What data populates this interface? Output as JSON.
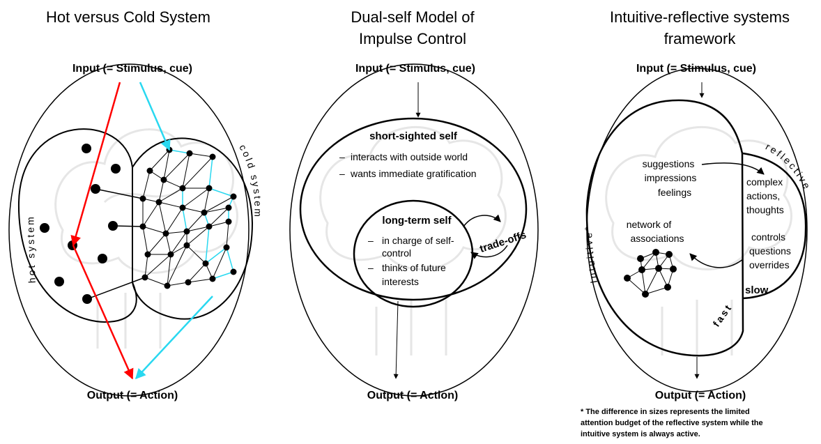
{
  "panel1": {
    "title": "Hot versus Cold System",
    "input": "Input (= Stimulus, cue)",
    "output": "Output (= Action)",
    "hot_label": "hot system",
    "cold_label": "cold system",
    "hot_arrow_color": "#ff0000",
    "cold_arrow_color": "#29d8f0"
  },
  "panel2": {
    "title_line1": "Dual-self Model of",
    "title_line2": "Impulse Control",
    "input": "Input (= Stimulus, cue)",
    "output": "Output (= Action)",
    "short_title": "short-sighted self",
    "short_items": [
      "interacts with outside world",
      "wants immediate gratification"
    ],
    "long_title": "long-term self",
    "long_item1_line1": "in charge of self-",
    "long_item1_line2": "control",
    "long_item2_line1": "thinks of future",
    "long_item2_line2": "interests",
    "tradeoffs": "trade-offs",
    "bullet": "–"
  },
  "panel3": {
    "title_line1": "Intuitive-reflective systems",
    "title_line2": "framework",
    "input": "Input (= Stimulus, cue)",
    "output": "Output (= Action)",
    "suggestions": [
      "suggestions",
      "impressions",
      "feelings"
    ],
    "network": [
      "network of",
      "associations"
    ],
    "complex": [
      "complex",
      "actions,",
      "thoughts"
    ],
    "controls": [
      "controls",
      "questions",
      "overrides"
    ],
    "intuitive_label": "Intuitive*",
    "reflective_label": "reflective",
    "slow": "slow",
    "fast": "fast",
    "footnote": [
      "* The difference in sizes represents the limited",
      "attention budget of the reflective system while the",
      "intuitive system is always active."
    ]
  }
}
